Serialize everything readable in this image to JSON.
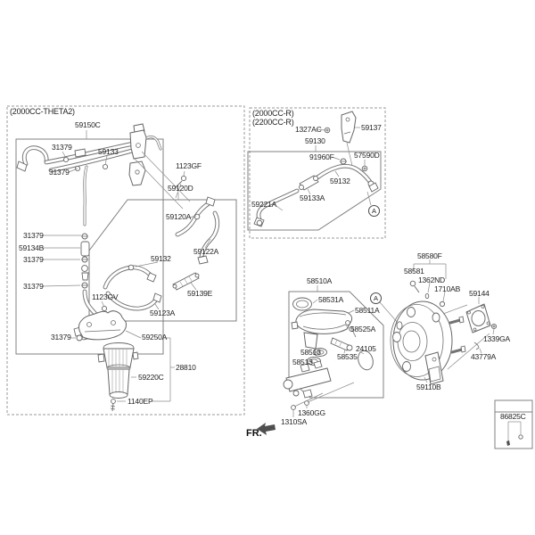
{
  "groups": {
    "theta2": {
      "title": "(2000CC-THETA2)",
      "labels": [
        "59150C",
        "31379",
        "59133",
        "1123GF",
        "31379",
        "59120D",
        "59120A",
        "31379",
        "59134B",
        "31379",
        "59132",
        "59122A",
        "31379",
        "59139E",
        "1123GV",
        "59123A",
        "31379",
        "59250A",
        "28810",
        "59220C",
        "1140EP"
      ]
    },
    "r_engines": {
      "title_line1": "(2000CC-R)",
      "title_line2": "(2200CC-R)",
      "labels": [
        "1327AC",
        "59137",
        "59130",
        "91960F",
        "57590D",
        "59132",
        "59133A",
        "59221A"
      ],
      "view_marker": "A"
    },
    "master_cylinder": {
      "labels": [
        "58510A",
        "58531A",
        "58511A",
        "58525A",
        "24105",
        "58513",
        "58513",
        "58535",
        "1360GG",
        "1310SA"
      ],
      "view_marker": "A"
    },
    "booster": {
      "labels": [
        "58580F",
        "58581",
        "1362ND",
        "1710AB",
        "59144",
        "1339GA",
        "43779A",
        "59110B"
      ]
    },
    "inset": {
      "label": "86825C"
    },
    "footer": {
      "direction_label": "FR."
    }
  },
  "colors": {
    "line_art": "#737373",
    "text": "#242424",
    "background": "#ffffff"
  }
}
